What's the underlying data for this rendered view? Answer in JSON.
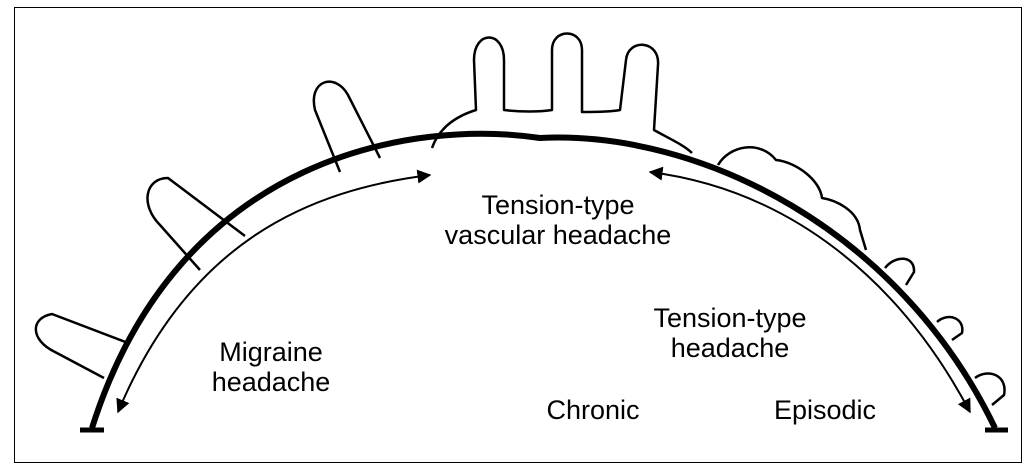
{
  "labels": {
    "migraine": [
      "Migraine",
      "headache"
    ],
    "tension_vascular": [
      "Tension-type",
      "vascular headache"
    ],
    "tension_type": [
      "Tension-type",
      "headache"
    ],
    "chronic": "Chronic",
    "episodic": "Episodic"
  },
  "colors": {
    "ink": "#000000",
    "background": "#ffffff"
  }
}
